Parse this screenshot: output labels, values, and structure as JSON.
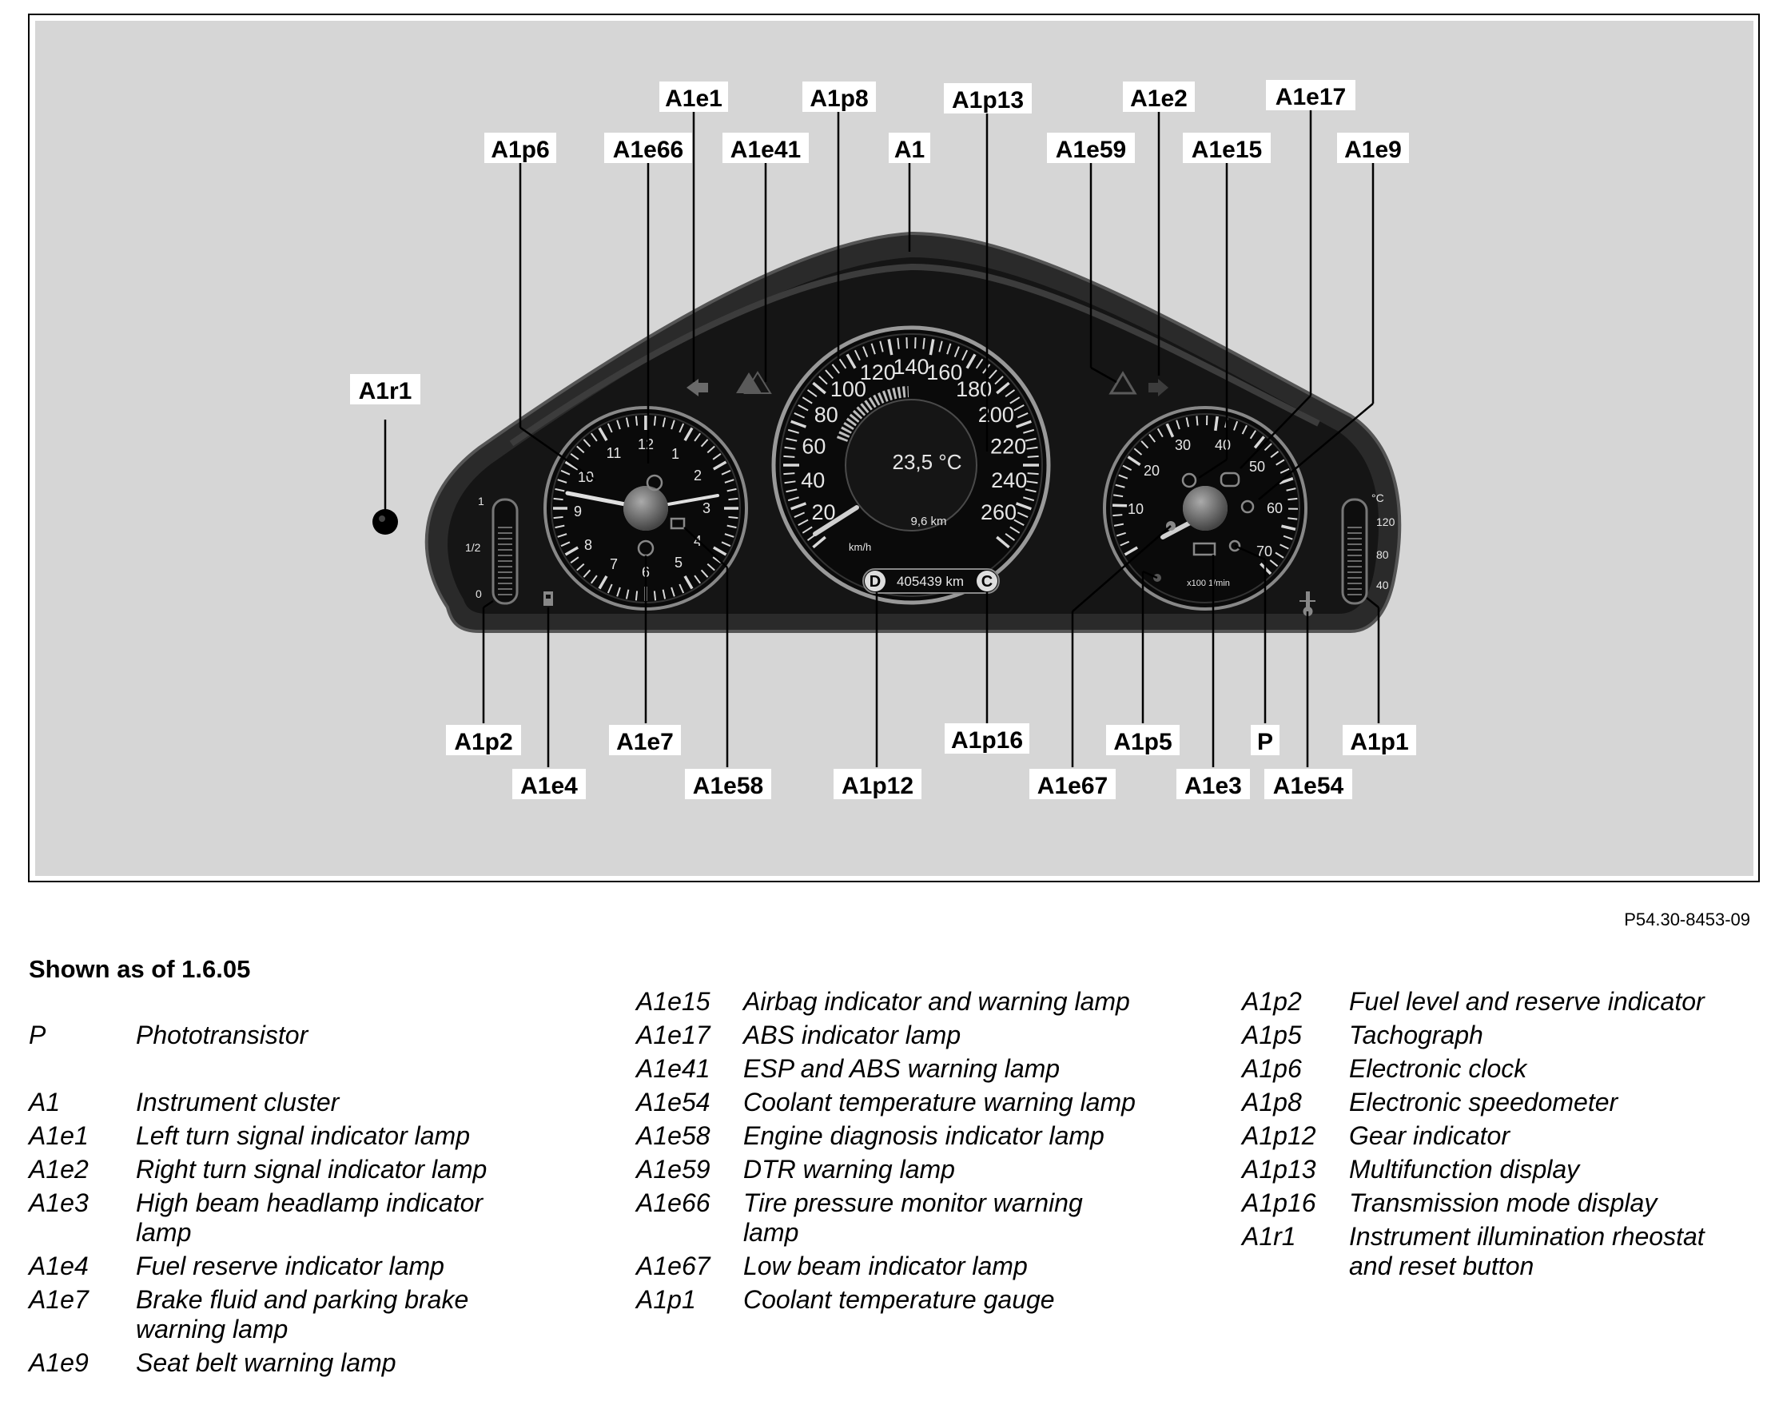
{
  "figure_ref": "P54.30-8453-09",
  "heading": "Shown as of 1.6.05",
  "colors": {
    "panel_bg": "#d6d6d6",
    "cluster_body": "#2a2a2a",
    "cluster_face": "#111111",
    "needle_accent": "#cccccc"
  },
  "callouts": {
    "A1e1": "A1e1",
    "A1p8": "A1p8",
    "A1p13": "A1p13",
    "A1e2": "A1e2",
    "A1e17": "A1e17",
    "A1p6": "A1p6",
    "A1e66": "A1e66",
    "A1e41": "A1e41",
    "A1": "A1",
    "A1e59": "A1e59",
    "A1e15": "A1e15",
    "A1e9": "A1e9",
    "A1r1": "A1r1",
    "A1p2": "A1p2",
    "A1e7": "A1e7",
    "A1p16": "A1p16",
    "A1p5": "A1p5",
    "P": "P",
    "A1p1": "A1p1",
    "A1e4": "A1e4",
    "A1e58": "A1e58",
    "A1p12": "A1p12",
    "A1e67": "A1e67",
    "A1e3": "A1e3",
    "A1e54": "A1e54"
  },
  "cluster_readouts": {
    "speed_scale": [
      "20",
      "40",
      "60",
      "80",
      "100",
      "120",
      "140",
      "160",
      "180",
      "200",
      "220",
      "240",
      "260"
    ],
    "speed_unit": "km/h",
    "temperature": "23,5 °C",
    "trip": "9,6 km",
    "odometer": "405439 km",
    "gear": "D",
    "mode": "C",
    "clock_numbers": [
      "12",
      "1",
      "2",
      "3",
      "4",
      "5",
      "6",
      "7",
      "8",
      "9",
      "10",
      "11"
    ],
    "tacho_scale": [
      "10",
      "20",
      "30",
      "40",
      "50",
      "60",
      "70"
    ],
    "tacho_unit": "x100 1/min",
    "fuel_marks": [
      "1",
      "1/2",
      "0"
    ],
    "coolant_marks": [
      "°C",
      "120",
      "80",
      "40"
    ]
  },
  "legend": {
    "col1": [
      {
        "id": "P",
        "desc": [
          "Phototransistor"
        ]
      },
      {
        "id": "A1",
        "desc": [
          "Instrument cluster"
        ]
      },
      {
        "id": "A1e1",
        "desc": [
          "Left turn signal indicator lamp"
        ]
      },
      {
        "id": "A1e2",
        "desc": [
          "Right turn signal indicator lamp"
        ]
      },
      {
        "id": "A1e3",
        "desc": [
          "High beam headlamp indicator",
          "lamp"
        ]
      },
      {
        "id": "A1e4",
        "desc": [
          "Fuel reserve indicator lamp"
        ]
      },
      {
        "id": "A1e7",
        "desc": [
          "Brake fluid and parking brake",
          "warning lamp"
        ]
      },
      {
        "id": "A1e9",
        "desc": [
          "Seat belt warning lamp"
        ]
      }
    ],
    "col2": [
      {
        "id": "A1e15",
        "desc": [
          "Airbag indicator and warning lamp"
        ]
      },
      {
        "id": "A1e17",
        "desc": [
          "ABS indicator lamp"
        ]
      },
      {
        "id": "A1e41",
        "desc": [
          "ESP and ABS warning lamp"
        ]
      },
      {
        "id": "A1e54",
        "desc": [
          "Coolant temperature warning lamp"
        ]
      },
      {
        "id": "A1e58",
        "desc": [
          "Engine diagnosis indicator lamp"
        ]
      },
      {
        "id": "A1e59",
        "desc": [
          "DTR warning lamp"
        ]
      },
      {
        "id": "A1e66",
        "desc": [
          "Tire pressure monitor warning",
          "lamp"
        ]
      },
      {
        "id": "A1e67",
        "desc": [
          "Low beam indicator lamp"
        ]
      },
      {
        "id": "A1p1",
        "desc": [
          "Coolant temperature gauge"
        ]
      }
    ],
    "col3": [
      {
        "id": "A1p2",
        "desc": [
          "Fuel level and reserve indicator"
        ]
      },
      {
        "id": "A1p5",
        "desc": [
          "Tachograph"
        ]
      },
      {
        "id": "A1p6",
        "desc": [
          "Electronic clock"
        ]
      },
      {
        "id": "A1p8",
        "desc": [
          "Electronic speedometer"
        ]
      },
      {
        "id": "A1p12",
        "desc": [
          "Gear indicator"
        ]
      },
      {
        "id": "A1p13",
        "desc": [
          "Multifunction display"
        ]
      },
      {
        "id": "A1p16",
        "desc": [
          "Transmission mode display"
        ]
      },
      {
        "id": "A1r1",
        "desc": [
          "Instrument illumination rheostat",
          "and reset button"
        ]
      }
    ]
  }
}
